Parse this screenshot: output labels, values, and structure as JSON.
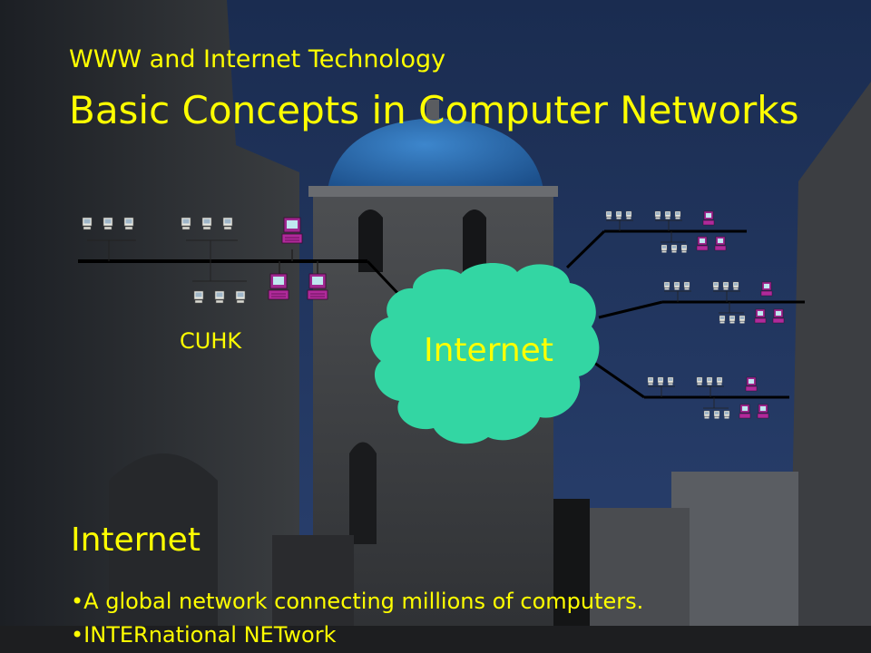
{
  "slide": {
    "subtitle": "WWW and Internet Technology",
    "title": "Basic Concepts in Computer Networks"
  },
  "diagram": {
    "local_network_label": "CUHK",
    "cloud_label": "Internet"
  },
  "content": {
    "heading": "Internet",
    "bullets": [
      "•A global network connecting millions of computers.",
      "•INTERnational NETwork"
    ]
  },
  "colors": {
    "text": "#ffff00",
    "cloud": "#33d6a3",
    "background_sky": "#1d2f52",
    "dome": "#2c6fb3",
    "computer": "#b02a9a"
  }
}
